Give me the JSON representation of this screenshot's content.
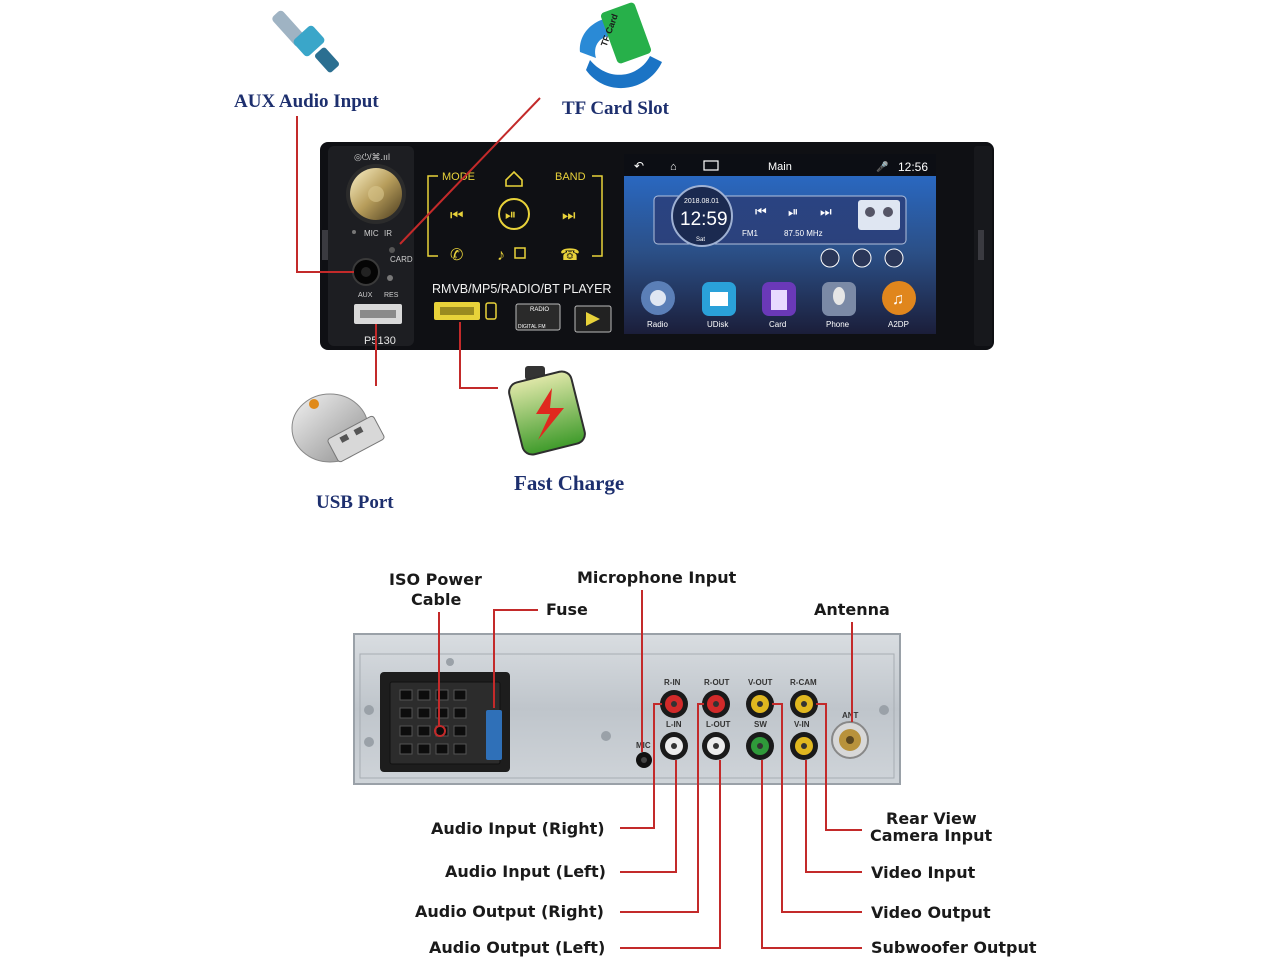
{
  "top_labels": {
    "aux": "AUX Audio Input",
    "tf": "TF Card Slot",
    "usb": "USB Port",
    "charge": "Fast Charge"
  },
  "front_panel": {
    "status_icons": "◎⏻/⌘.ııl",
    "mic": "MIC",
    "ir": "IR",
    "card": "CARD",
    "aux": "AUX",
    "res": "RES",
    "model": "P5130",
    "mode": "MODE",
    "band": "BAND",
    "player": "RMVB/MP5/RADIO/BT PLAYER",
    "radio_badge": "RADIO",
    "digital_fm": "DIGITAL FM",
    "tf_card_text": "TF Card",
    "screen": {
      "title": "Main",
      "time": "12:56",
      "date": "2018.08.01",
      "clock": "12:59",
      "clock_sub": "Sat",
      "band": "FM1",
      "freq": "87.50 MHz",
      "apps": [
        "Radio",
        "UDisk",
        "Card",
        "Phone",
        "A2DP"
      ]
    }
  },
  "rear_labels": {
    "iso": "ISO Power",
    "iso2": "Cable",
    "fuse": "Fuse",
    "mic": "Microphone Input",
    "antenna": "Antenna",
    "audio_in_r": "Audio Input (Right)",
    "audio_in_l": "Audio Input (Left)",
    "audio_out_r": "Audio Output (Right)",
    "audio_out_l": "Audio Output (Left)",
    "rear_cam": "Rear View",
    "rear_cam2": "Camera Input",
    "video_in": "Video Input",
    "video_out": "Video Output",
    "sub_out": "Subwoofer Output"
  },
  "rear_jacks": {
    "r_in": "R-IN",
    "r_out": "R-OUT",
    "v_out": "V-OUT",
    "r_cam": "R-CAM",
    "l_in": "L-IN",
    "l_out": "L-OUT",
    "sw": "SW",
    "v_in": "V-IN",
    "mic": "MIC",
    "ant": "ANT"
  },
  "colors": {
    "label_blue": "#1d2f6e",
    "leader_red": "#c32a2a",
    "led_yellow": "#e8d23a",
    "screen_blue": "#2a6fd1"
  }
}
